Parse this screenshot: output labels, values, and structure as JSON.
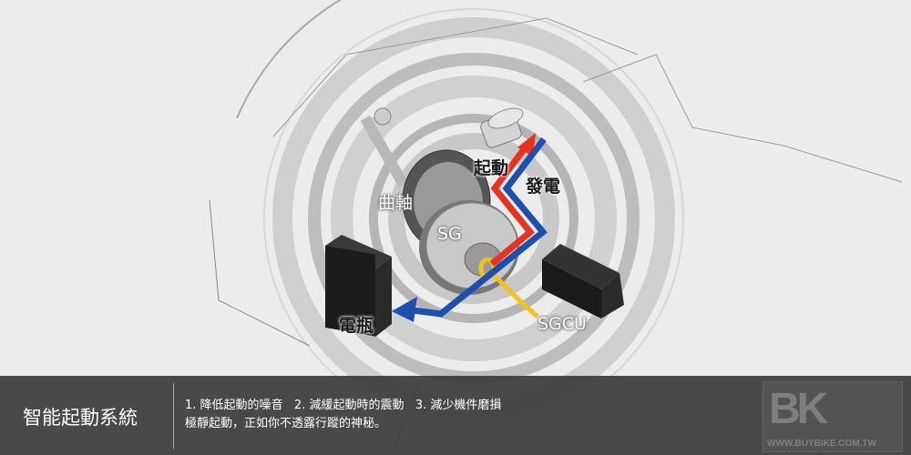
{
  "diagram": {
    "labels": {
      "start": "起動",
      "generate": "發電",
      "crankshaft": "曲軸",
      "sg": "SG",
      "battery": "電瓶",
      "sgcu": "SGCU"
    },
    "colors": {
      "start_arrow": "#e8321e",
      "generate_arrow": "#1d4fb0",
      "signal_line": "#f2c21a"
    }
  },
  "footer": {
    "title": "智能起動系統",
    "line1": "1. 降低起動的噪音   2. 減緩起動時的震動   3. 減少機件磨損",
    "line2": "極靜起動，正如你不透露行蹤的神秘。"
  },
  "logo": {
    "mark": "BK",
    "url": "WWW.BUYBIKE.COM.TW"
  }
}
